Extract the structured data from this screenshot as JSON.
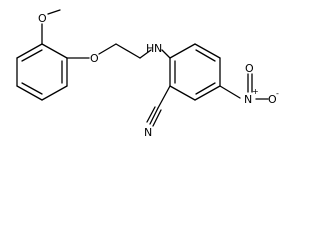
{
  "molecule": {
    "atoms": {
      "o_methoxy": "O",
      "o_ether": "O",
      "n_amine_h": "H",
      "n_amine": "N",
      "n_nitrile": "N",
      "n_nitro": "N",
      "n_nitro_charge": "+",
      "o_nitro_top": "O",
      "o_nitro_bottom": "O",
      "o_nitro_charge": "-"
    }
  }
}
